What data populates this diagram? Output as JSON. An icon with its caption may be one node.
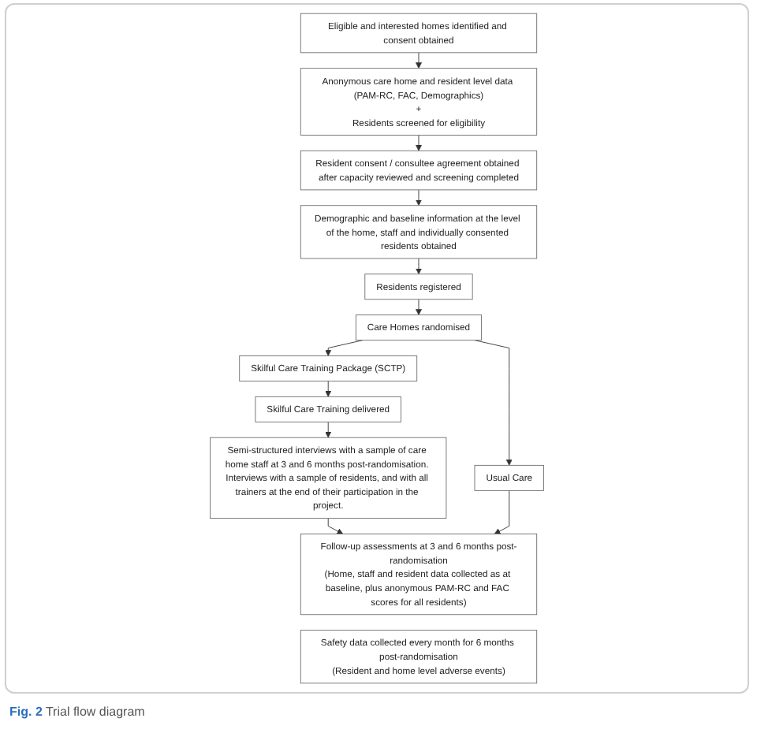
{
  "diagram": {
    "caption": "**Fig. 2** Trial flow diagram",
    "nodes": [
      {
        "text": [
          "Eligible and interested homes identified and consent obtained"
        ]
      },
      {
        "text": [
          "Anonymous care home and resident level data (PAM-RC, FAC, Demographics)",
          "+",
          "Residents screened for eligibility"
        ]
      },
      {
        "text": [
          "Resident consent / consultee agreement obtained after capacity reviewed and screening completed"
        ]
      },
      {
        "text": [
          "Demographic and baseline information at the level of the home, staff and individually consented residents obtained"
        ]
      },
      {
        "text": [
          "Residents registered"
        ]
      },
      {
        "text": [
          "Care Homes randomised"
        ]
      },
      {
        "text": [
          "Skilful Care Training Package (SCTP)"
        ]
      },
      {
        "text": [
          "Usual Care"
        ]
      },
      {
        "text": [
          "Skilful Care Training delivered"
        ]
      },
      {
        "text": [
          "Semi-structured interviews with a sample of care home staff at 3 and 6 months post-randomisation. Interviews with a sample of residents, and with all trainers at the end of their participation in the project."
        ]
      },
      {
        "text": [
          "Follow-up assessments at 3 and 6 months post-randomisation",
          "(Home, staff and resident data collected as at baseline, plus anonymous PAM-RC and FAC scores for all residents)"
        ]
      },
      {
        "text": [
          "Safety data collected every month for 6 months post-randomisation",
          "(Resident and home level adverse events)"
        ]
      }
    ],
    "edges": [
      {
        "from": 0,
        "to": 1,
        "arrow": "to"
      },
      {
        "from": 1,
        "to": 2,
        "arrow": "to"
      },
      {
        "from": 2,
        "to": 3,
        "arrow": "to"
      },
      {
        "from": 3,
        "to": 4,
        "arrow": "to"
      },
      {
        "from": 4,
        "to": 5,
        "arrow": "to"
      },
      {
        "from": 5,
        "to": 6,
        "arrow": "to"
      },
      {
        "from": 5,
        "to": 7,
        "arrow": "to"
      },
      {
        "from": 6,
        "to": 8,
        "arrow": "to"
      },
      {
        "from": 8,
        "to": 9,
        "arrow": "to"
      },
      {
        "from": 9,
        "to": 10,
        "arrow": "to"
      },
      {
        "from": 7,
        "to": 10,
        "arrow": "to"
      }
    ]
  }
}
